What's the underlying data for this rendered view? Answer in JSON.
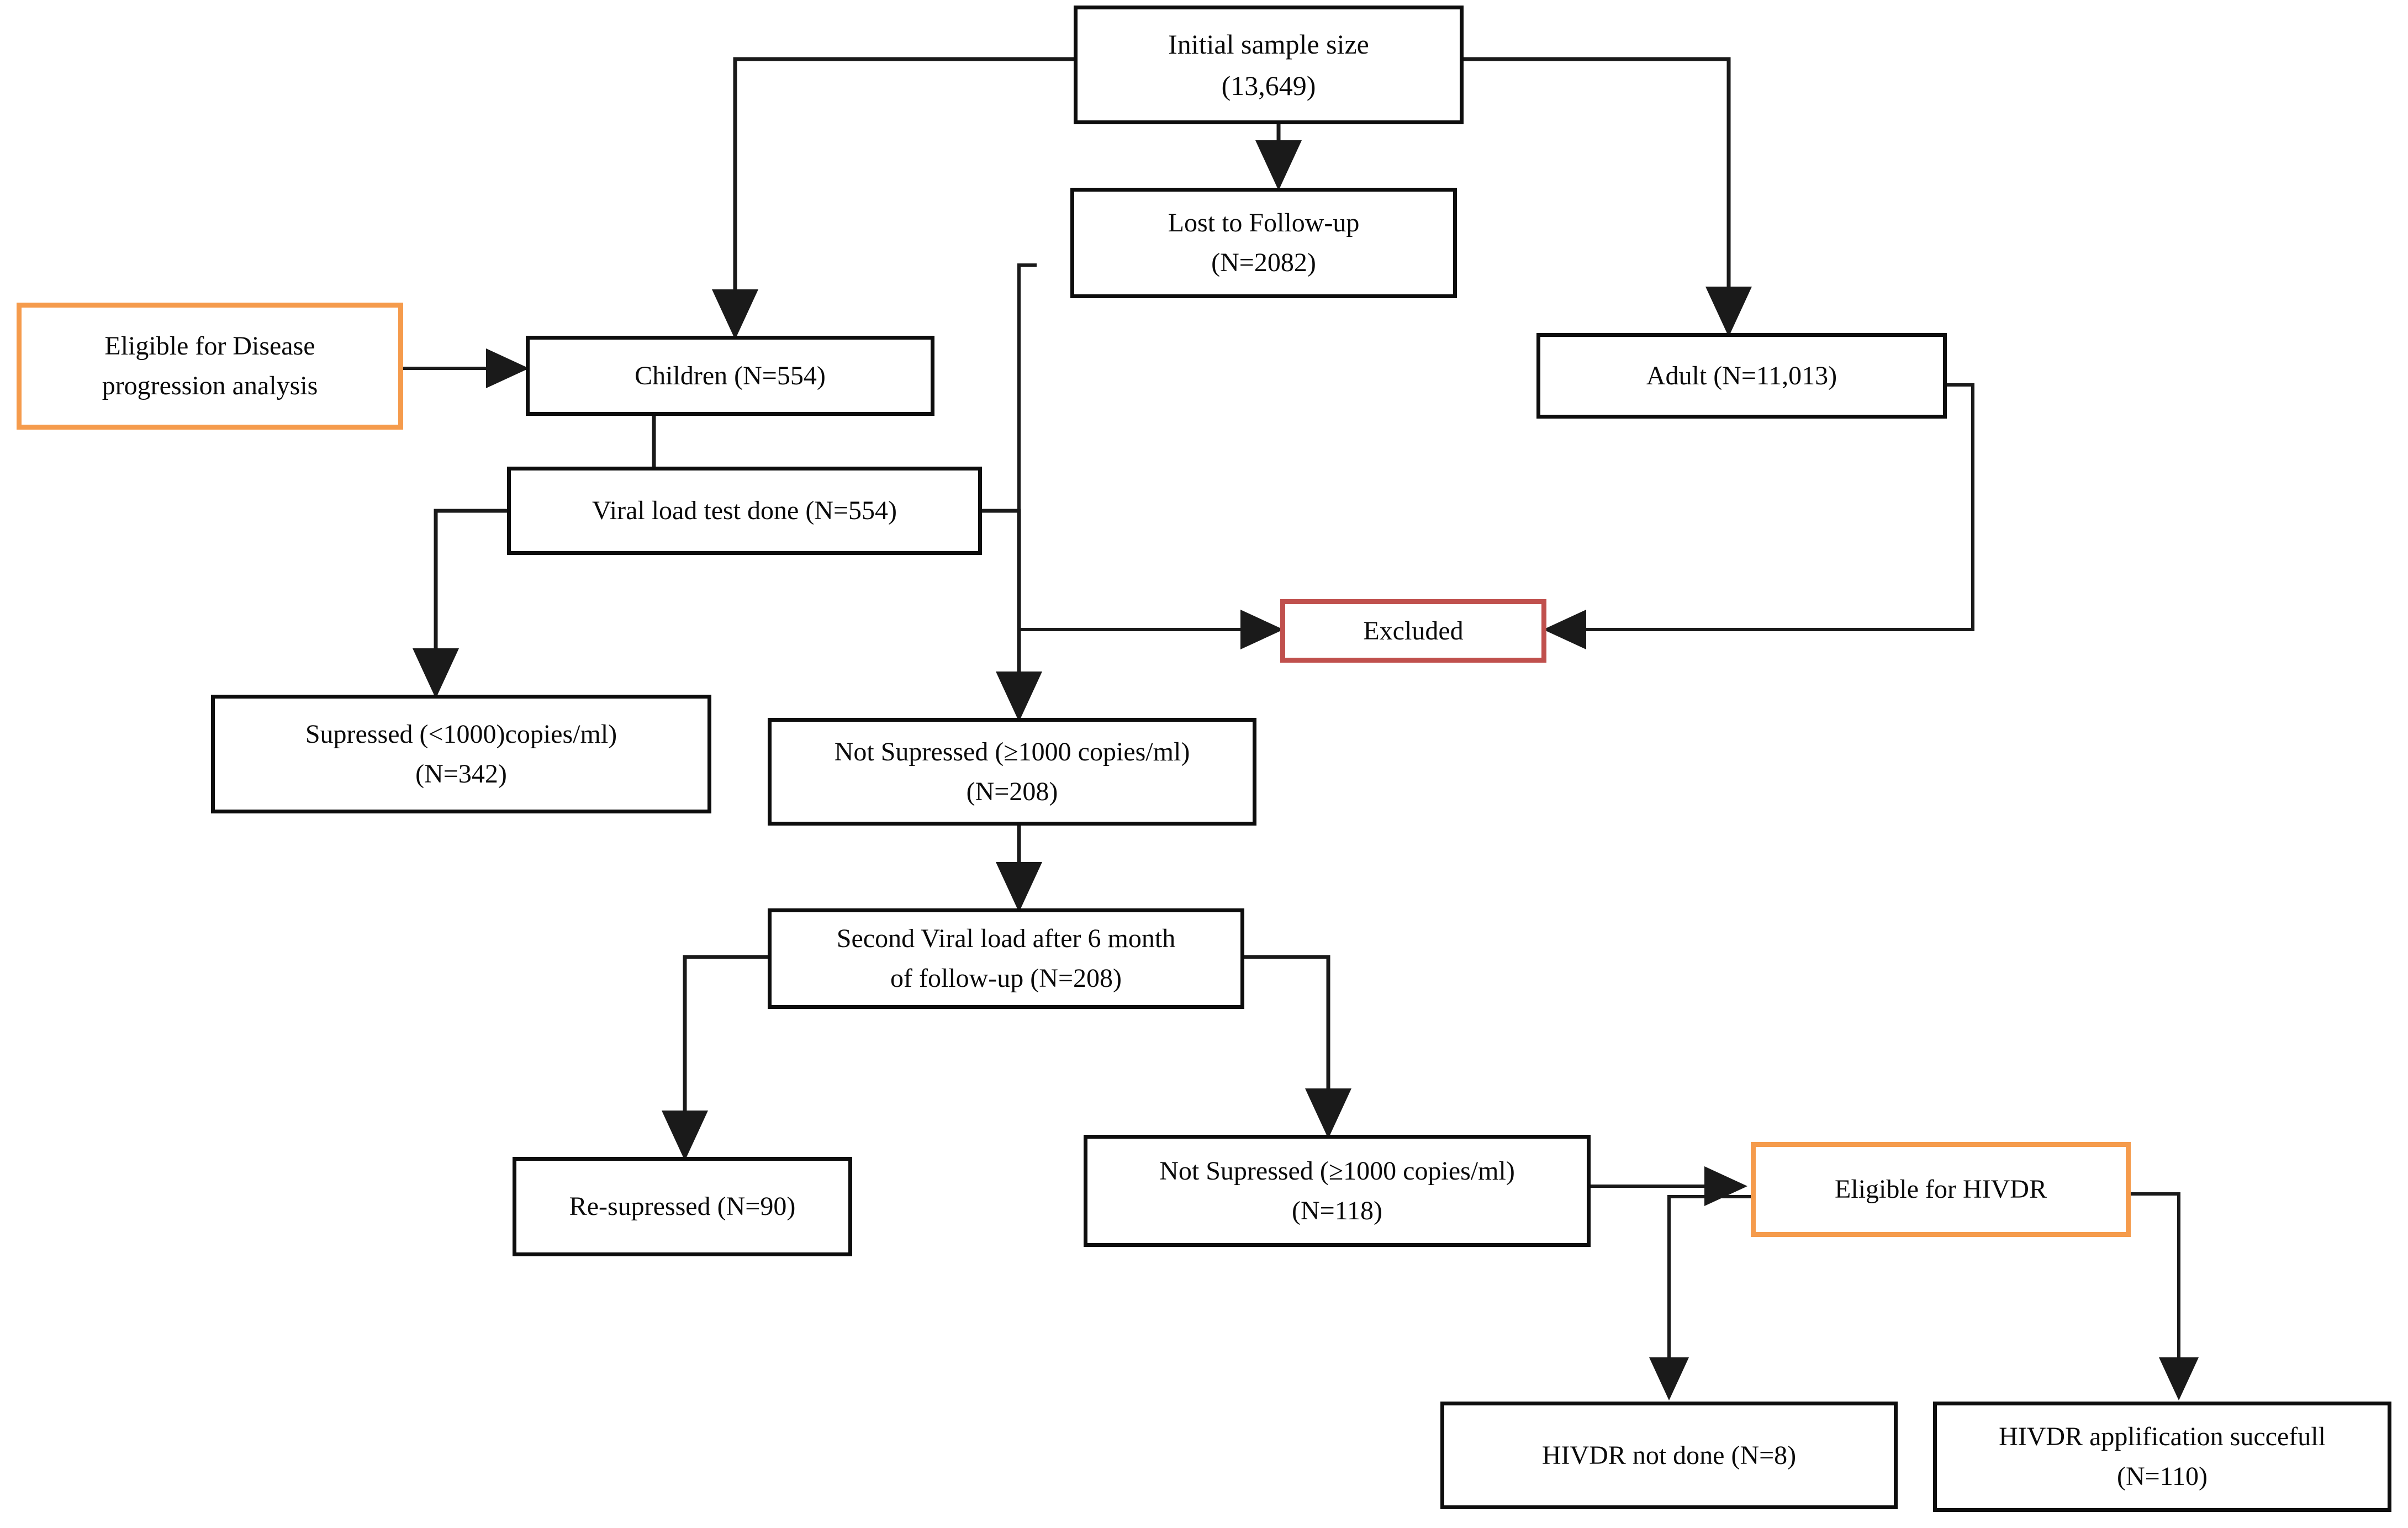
{
  "diagram": {
    "title": "HIV cohort participant flow diagram",
    "colors": {
      "box_border": "#0d0d0d",
      "eligible_border": "#f59b4c",
      "excluded_border": "#c0504d",
      "connector": "#1a1a1a",
      "background": "#ffffff"
    },
    "nodes": [
      {
        "id": "initial",
        "text": "Initial sample size\n(13,649)"
      },
      {
        "id": "lost",
        "text": "Lost to Follow-up\n(N=2082)"
      },
      {
        "id": "eligible_dp",
        "text": "Eligible for Disease\nprogression analysis"
      },
      {
        "id": "children",
        "text": "Children (N=554)"
      },
      {
        "id": "adult",
        "text": "Adult (N=11,013)"
      },
      {
        "id": "vl_done",
        "text": "Viral load test done (N=554)"
      },
      {
        "id": "excluded",
        "text": "Excluded"
      },
      {
        "id": "supressed",
        "text": "Supressed  (<1000)copies/ml)\n(N=342)"
      },
      {
        "id": "not_supressed",
        "text": "Not Supressed (≥1000 copies/ml)\n(N=208)"
      },
      {
        "id": "second_vl",
        "text": "Second Viral load after 6 month\nof follow-up (N=208)"
      },
      {
        "id": "re_supressed",
        "text": "Re-supressed  (N=90)"
      },
      {
        "id": "not_supressed2",
        "text": "Not Supressed (≥1000 copies/ml)\n(N=118)"
      },
      {
        "id": "eligible_hivdr",
        "text": "Eligible for HIVDR"
      },
      {
        "id": "hivdr_not_done",
        "text": "HIVDR not done (N=8)"
      },
      {
        "id": "hivdr_success",
        "text": "HIVDR applification succefull\n(N=110)"
      }
    ],
    "edges": [
      {
        "from": "initial",
        "to": "children",
        "kind": "elbow-left-down"
      },
      {
        "from": "initial",
        "to": "lost",
        "kind": "down"
      },
      {
        "from": "initial",
        "to": "adult",
        "kind": "elbow-right-down"
      },
      {
        "from": "eligible_dp",
        "to": "children",
        "kind": "right"
      },
      {
        "from": "children",
        "to": "vl_done",
        "kind": "elbow-down-left"
      },
      {
        "from": "lost",
        "to": "excluded",
        "kind": "elbow-left-down-right"
      },
      {
        "from": "adult",
        "to": "excluded",
        "kind": "elbow-right-down-left"
      },
      {
        "from": "vl_done",
        "to": "supressed",
        "kind": "elbow-left-down"
      },
      {
        "from": "vl_done",
        "to": "not_supressed",
        "kind": "elbow-right-down"
      },
      {
        "from": "not_supressed",
        "to": "second_vl",
        "kind": "down"
      },
      {
        "from": "second_vl",
        "to": "re_supressed",
        "kind": "elbow-left-down"
      },
      {
        "from": "second_vl",
        "to": "not_supressed2",
        "kind": "elbow-right-down"
      },
      {
        "from": "not_supressed2",
        "to": "eligible_hivdr",
        "kind": "right"
      },
      {
        "from": "eligible_hivdr",
        "to": "hivdr_not_done",
        "kind": "elbow-left-down"
      },
      {
        "from": "eligible_hivdr",
        "to": "hivdr_success",
        "kind": "elbow-right-down"
      }
    ]
  }
}
